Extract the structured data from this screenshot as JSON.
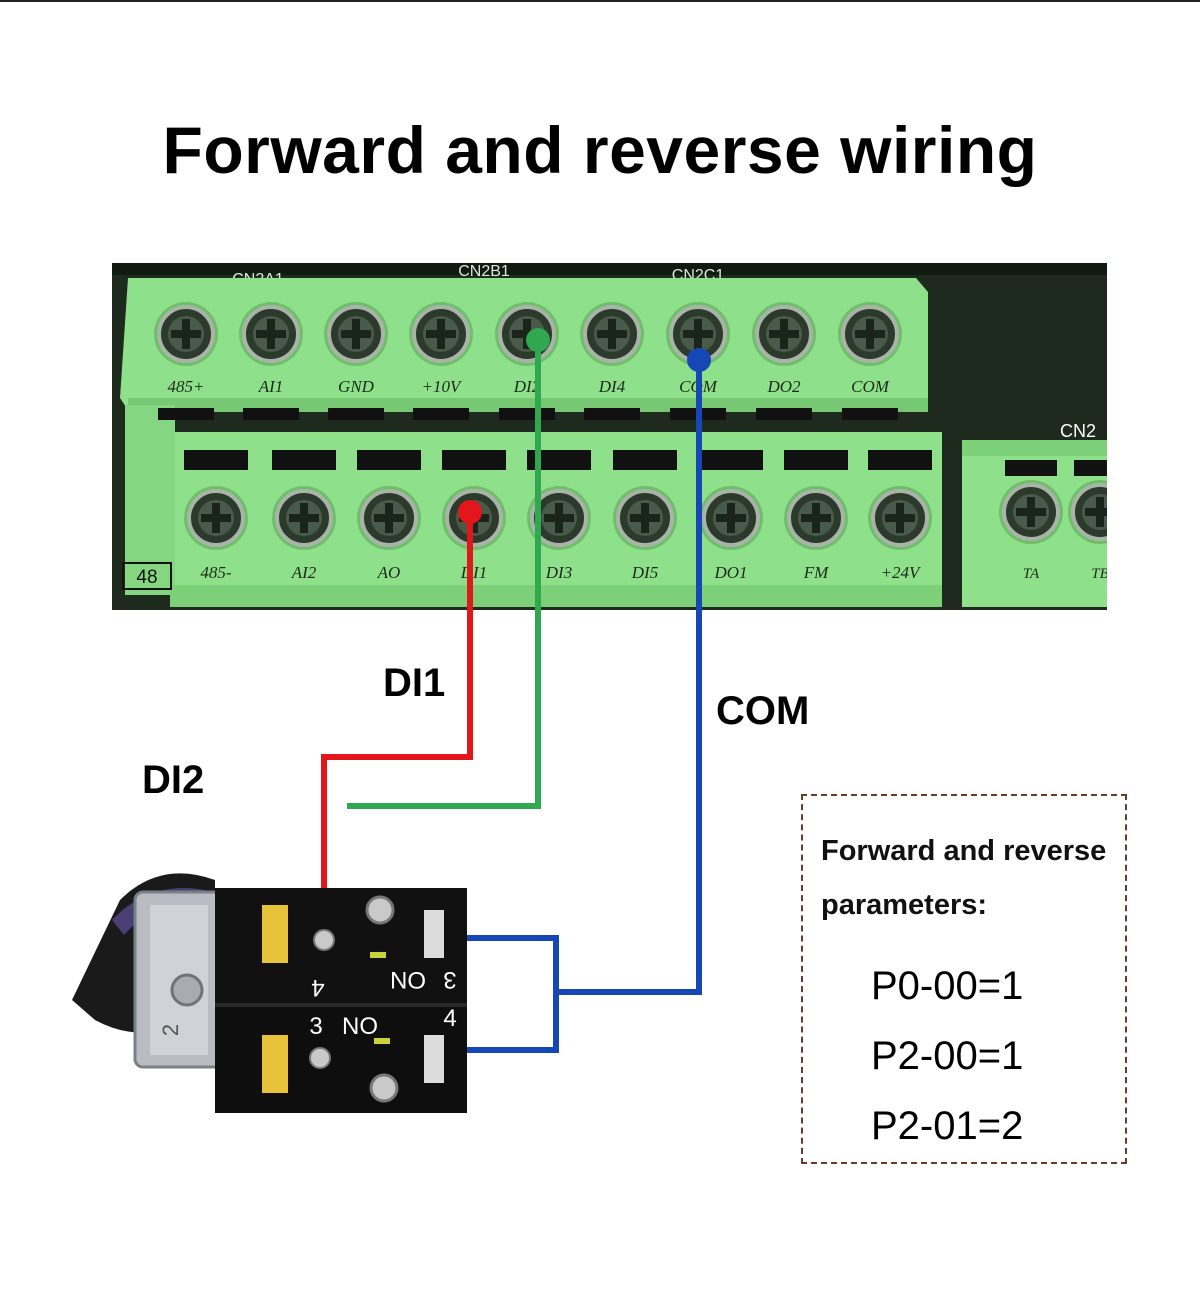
{
  "title": "Forward and reverse wiring",
  "board": {
    "header_labels": [
      "CN2A1",
      "CN2B1",
      "CN2C1",
      "CN2"
    ],
    "top_row": [
      "485+",
      "AI1",
      "GND",
      "+10V",
      "DI2",
      "DI4",
      "COM",
      "DO2",
      "COM"
    ],
    "bottom_row": [
      "485-",
      "AI2",
      "AO",
      "DI1",
      "DI3",
      "DI5",
      "DO1",
      "FM",
      "+24V"
    ],
    "relay_row": [
      "TA",
      "TB"
    ],
    "corner_mark": "48"
  },
  "wires": [
    {
      "label": "DI1",
      "color": "#e3161b"
    },
    {
      "label": "DI2",
      "color": "#2fa84f"
    },
    {
      "label": "COM",
      "color": "#1747b5"
    }
  ],
  "switch": {
    "upper_contact": {
      "left": "4",
      "state": "ON",
      "right": "3"
    },
    "lower_contact": {
      "left": "3",
      "state": "NO",
      "right": "4"
    },
    "side_mark": "2"
  },
  "parameters": {
    "heading": "Forward and reverse parameters:",
    "items": [
      "P0-00=1",
      "P2-00=1",
      "P2-01=2"
    ]
  },
  "colors": {
    "terminal_green": "#8fe08a",
    "pcb_dark": "#1e2a1e",
    "dashed_border": "#6b3a2e"
  }
}
